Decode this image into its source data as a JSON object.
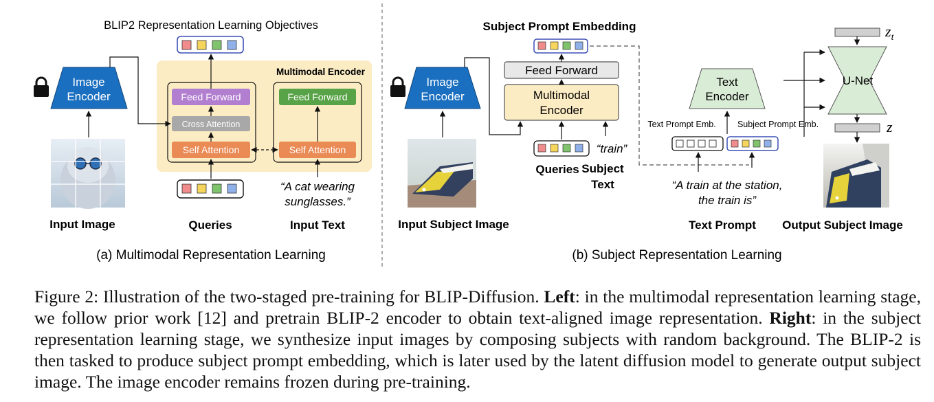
{
  "left_panel": {
    "title": "BLIP2 Representation Learning Objectives",
    "image_encoder": [
      "Image",
      "Encoder"
    ],
    "multimodal_encoder_label": "Multimodal Encoder",
    "feed_forward_1": "Feed Forward",
    "cross_attention": "Cross Attention",
    "self_attention_1": "Self Attention",
    "feed_forward_2": "Feed Forward",
    "self_attention_2": "Self Attention",
    "input_text_quote": [
      "“A cat wearing",
      "sunglasses.”"
    ],
    "label_input_image": "Input Image",
    "label_queries": "Queries",
    "label_input_text": "Input Text",
    "subcaption": "(a) Multimodal Representation Learning"
  },
  "right_panel": {
    "subject_prompt_embedding": "Subject Prompt Embedding",
    "image_encoder": [
      "Image",
      "Encoder"
    ],
    "feed_forward": "Feed Forward",
    "multimodal_encoder": [
      "Multimodal",
      "Encoder"
    ],
    "train_word": "“train”",
    "label_queries": "Queries",
    "label_subject_text": [
      "Subject",
      "Text"
    ],
    "label_input_subject_image": "Input Subject Image",
    "text_encoder": [
      "Text",
      "Encoder"
    ],
    "text_prompt_emb": "Text Prompt Emb.",
    "subject_prompt_emb": "Subject Prompt Emb.",
    "text_prompt_quote": [
      "“A train at the station,",
      "the train is”"
    ],
    "label_text_prompt": "Text Prompt",
    "unet": "U-Net",
    "zt": "z",
    "zt_sub": "t",
    "z": "z",
    "label_output_subject_image": "Output Subject Image",
    "subcaption": "(b) Subject Representation Learning"
  },
  "caption": {
    "figure_label": "Figure 2:",
    "text_1": " Illustration of the two-staged pre-training for BLIP-Diffusion. ",
    "left_bold": "Left",
    "text_2": ": in the multimodal representation learning stage, we follow prior work [12] and pretrain BLIP-2 encoder to obtain text-aligned image representation. ",
    "right_bold": "Right",
    "text_3": ": in the subject representation learning stage, we synthesize input images by composing subjects with random background. The BLIP-2 is then tasked to produce subject prompt embedding, which is later used by the latent diffusion model to generate output subject image. The image encoder remains frozen during pre-training."
  },
  "colors": {
    "encoder_blue": "#1a6fc0",
    "multimodal_bg": "#fcecc4",
    "feed_forward_purple": "#b27fd0",
    "cross_attention_gray": "#a8a8a8",
    "self_attention_orange": "#ea8a55",
    "feed_forward_green": "#58a247",
    "text_encoder_green": "#d9ecd6",
    "unet_green": "#d9ecd6",
    "query_red": "#f08c8c",
    "query_yellow": "#f5d55c",
    "query_green": "#7fc46c",
    "query_blue": "#8fb0e8"
  }
}
